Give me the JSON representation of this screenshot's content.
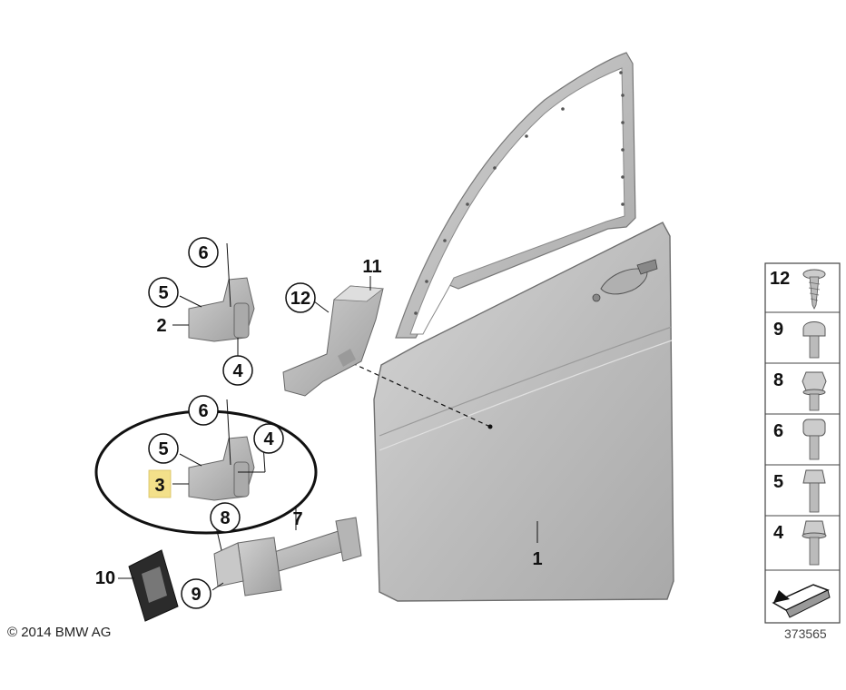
{
  "callouts": {
    "c1": "1",
    "c2": "2",
    "c3": "3",
    "c4a": "4",
    "c4b": "4",
    "c5a": "5",
    "c5b": "5",
    "c6a": "6",
    "c6b": "6",
    "c7": "7",
    "c8": "8",
    "c9": "9",
    "c10": "10",
    "c11": "11",
    "c12": "12"
  },
  "legend": [
    "12",
    "9",
    "8",
    "6",
    "5",
    "4"
  ],
  "copyright": "© 2014 BMW AG",
  "diagram_id": "373565",
  "colors": {
    "part_gray": "#c3c3c3",
    "highlight_yellow": "#f3e08a",
    "line": "#111111"
  }
}
